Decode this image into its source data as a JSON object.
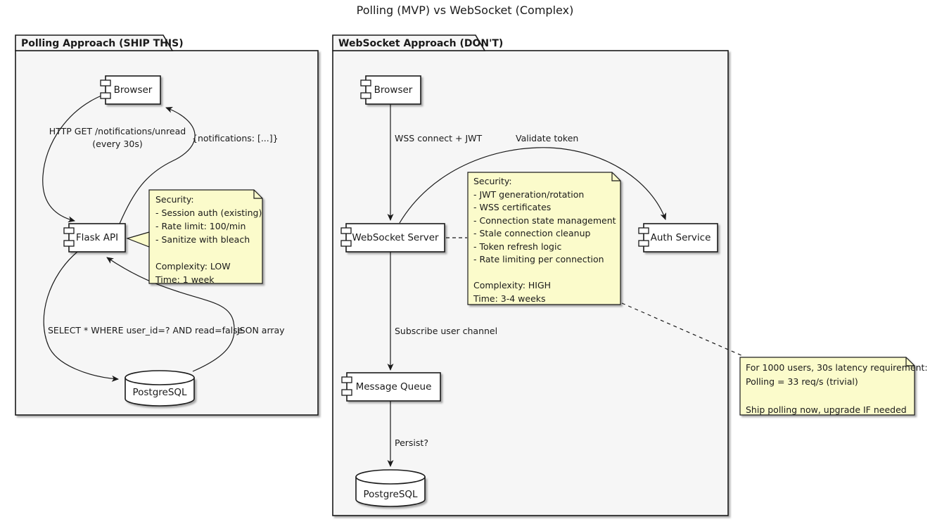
{
  "title": "Polling (MVP) vs WebSocket (Complex)",
  "colors": {
    "package_bg": "#f6f6f6",
    "component_bg": "#ffffff",
    "note_bg": "#fbfbcb",
    "line": "#1a1a1a"
  },
  "polling": {
    "tab": "Polling Approach (SHIP THIS)",
    "components": {
      "browser": "Browser",
      "flask_api": "Flask API",
      "postgresql": "PostgreSQL"
    },
    "edges": {
      "request_line1": "HTTP GET /notifications/unread",
      "request_line2": "(every 30s)",
      "response": "{notifications: [...]}",
      "query": "SELECT * WHERE user_id=? AND read=false",
      "result": "JSON array"
    },
    "note": {
      "lines": [
        "Security:",
        "- Session auth (existing)",
        "- Rate limit: 100/min",
        "- Sanitize with bleach",
        "",
        "Complexity: LOW",
        "Time: 1 week"
      ]
    }
  },
  "websocket": {
    "tab": "WebSocket Approach (DON'T)",
    "components": {
      "browser": "Browser",
      "websocket_server": "WebSocket Server",
      "auth_service": "Auth Service",
      "message_queue": "Message Queue",
      "postgresql": "PostgreSQL"
    },
    "edges": {
      "connect": "WSS connect + JWT",
      "validate": "Validate token",
      "subscribe": "Subscribe user channel",
      "persist": "Persist?"
    },
    "note": {
      "lines": [
        "Security:",
        "- JWT generation/rotation",
        "- WSS certificates",
        "- Connection state management",
        "- Stale connection cleanup",
        "- Token refresh logic",
        "- Rate limiting per connection",
        "",
        "Complexity: HIGH",
        "Time: 3-4 weeks"
      ]
    }
  },
  "verdict_note": {
    "lines": [
      "For 1000 users, 30s latency requirement:",
      "Polling = 33 req/s (trivial)",
      "",
      "Ship polling now, upgrade IF needed"
    ]
  }
}
